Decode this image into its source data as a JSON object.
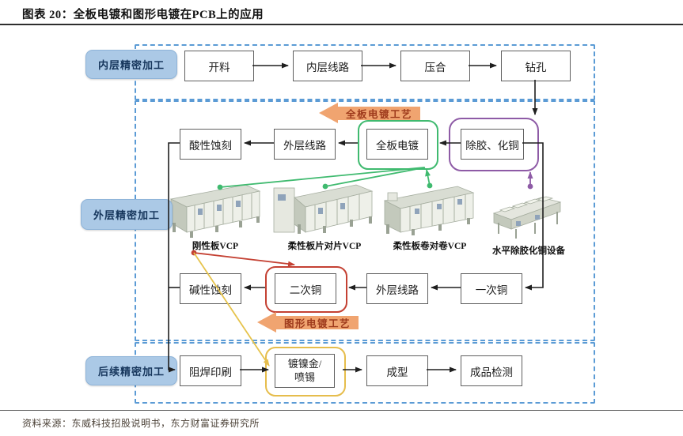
{
  "title": "图表 20：全板电镀和图形电镀在PCB上的应用",
  "footer": {
    "source": "资料来源：东威科技招股说明书，东方财富证券研究所"
  },
  "sections": {
    "inner": {
      "label": "内层精密加工"
    },
    "outer": {
      "label": "外层精密加工"
    },
    "post": {
      "label": "后续精密加工"
    }
  },
  "flow": {
    "row1": [
      "开料",
      "内层线路",
      "压合",
      "钻孔"
    ],
    "row2": [
      "酸性蚀刻",
      "外层线路",
      "全板电镀",
      "除胶、化铜"
    ],
    "row3": [
      "碱性蚀刻",
      "二次铜",
      "外层线路",
      "一次铜"
    ],
    "row4": [
      "阻焊印刷",
      "镀镍金/\n喷锡",
      "成型",
      "成品检测"
    ]
  },
  "machines": [
    "刚性板VCP",
    "柔性板片对片VCP",
    "柔性板卷对卷VCP",
    "水平除胶化铜设备"
  ],
  "process": {
    "full_board": "全板电镀工艺",
    "pattern": "图形电镀工艺"
  },
  "colors": {
    "section_border": "#5b9bd5",
    "label_bg": "#abc9e6",
    "highlight_green": "#3fba6f",
    "highlight_purple": "#8e5ba6",
    "highlight_red": "#c44133",
    "highlight_yellow": "#e6bd4c",
    "process_arrow_fill": "#f0a470",
    "process_arrow_text": "#9e3a1c"
  }
}
